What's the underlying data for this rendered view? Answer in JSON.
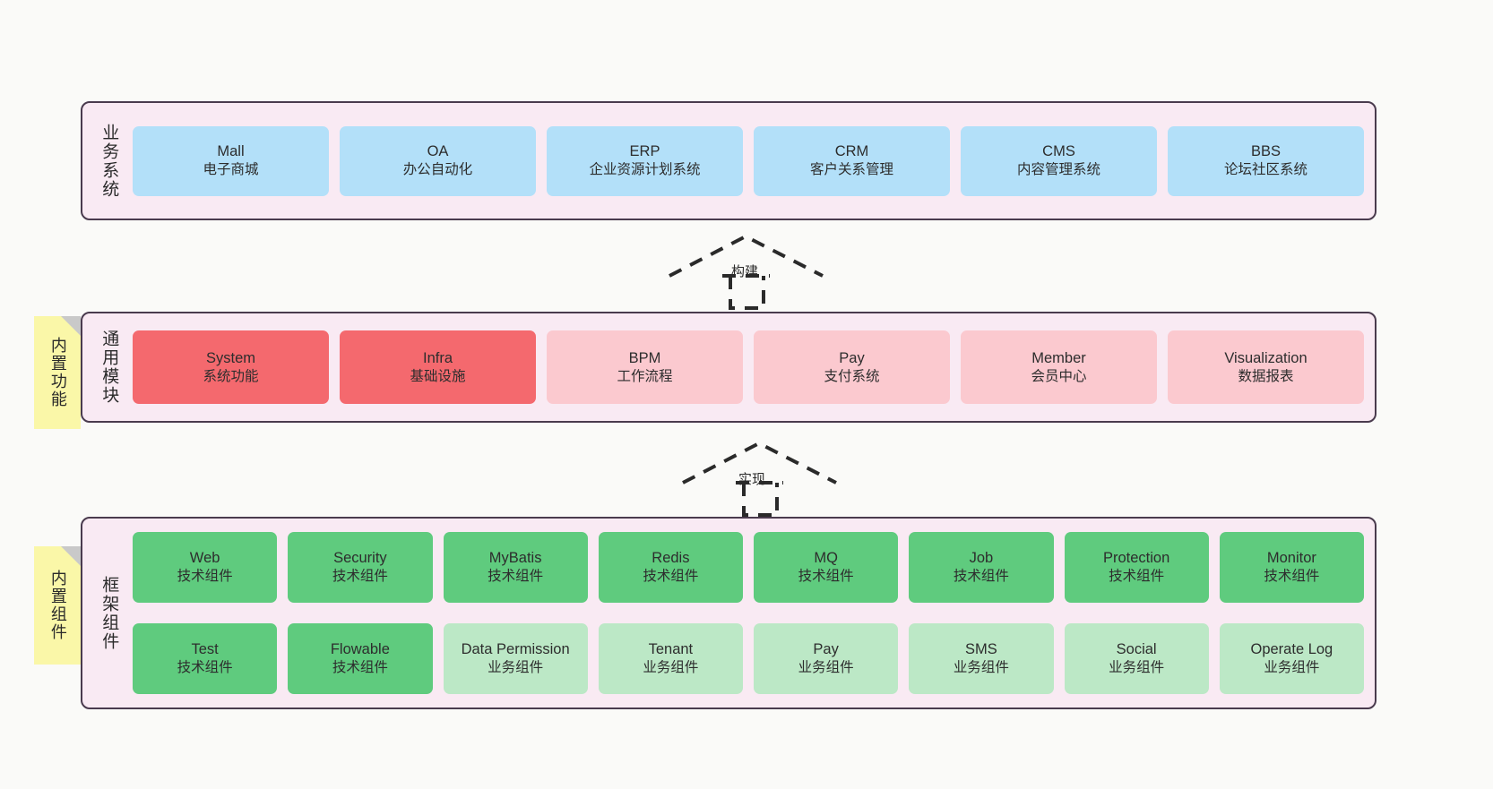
{
  "page": {
    "background": "#FAFAF8",
    "container_fill": "#F9EAF3",
    "container_border": "#4A3B4E",
    "sticky_fill": "#FAF7A8"
  },
  "layers": {
    "business": {
      "title": "业务系统",
      "color": "#B3E0F9",
      "cards": [
        {
          "en": "Mall",
          "cn": "电子商城"
        },
        {
          "en": "OA",
          "cn": "办公自动化"
        },
        {
          "en": "ERP",
          "cn": "企业资源计划系统"
        },
        {
          "en": "CRM",
          "cn": "客户关系管理"
        },
        {
          "en": "CMS",
          "cn": "内容管理系统"
        },
        {
          "en": "BBS",
          "cn": "论坛社区系统"
        }
      ]
    },
    "common": {
      "title": "通用模块",
      "sticky": "内置功能",
      "color_primary": "#F4696E",
      "color_secondary": "#FBC9CF",
      "cards": [
        {
          "en": "System",
          "cn": "系统功能",
          "variant": "c-red"
        },
        {
          "en": "Infra",
          "cn": "基础设施",
          "variant": "c-red"
        },
        {
          "en": "BPM",
          "cn": "工作流程",
          "variant": "c-pink"
        },
        {
          "en": "Pay",
          "cn": "支付系统",
          "variant": "c-pink"
        },
        {
          "en": "Member",
          "cn": "会员中心",
          "variant": "c-pink"
        },
        {
          "en": "Visualization",
          "cn": "数据报表",
          "variant": "c-pink"
        }
      ]
    },
    "framework": {
      "title": "框架组件",
      "sticky": "内置组件",
      "color_tech": "#5FCB7E",
      "color_business": "#BCE8C6",
      "tech_cards": [
        {
          "en": "Web",
          "cn": "技术组件",
          "variant": "c-green"
        },
        {
          "en": "Security",
          "cn": "技术组件",
          "variant": "c-green"
        },
        {
          "en": "MyBatis",
          "cn": "技术组件",
          "variant": "c-green"
        },
        {
          "en": "Redis",
          "cn": "技术组件",
          "variant": "c-green"
        },
        {
          "en": "MQ",
          "cn": "技术组件",
          "variant": "c-green"
        },
        {
          "en": "Job",
          "cn": "技术组件",
          "variant": "c-green"
        },
        {
          "en": "Protection",
          "cn": "技术组件",
          "variant": "c-green"
        },
        {
          "en": "Monitor",
          "cn": "技术组件",
          "variant": "c-green"
        }
      ],
      "business_cards": [
        {
          "en": "Test",
          "cn": "技术组件",
          "variant": "c-green"
        },
        {
          "en": "Flowable",
          "cn": "技术组件",
          "variant": "c-green"
        },
        {
          "en": "Data Permission",
          "cn": "业务组件",
          "variant": "c-greenlite"
        },
        {
          "en": "Tenant",
          "cn": "业务组件",
          "variant": "c-greenlite"
        },
        {
          "en": "Pay",
          "cn": "业务组件",
          "variant": "c-greenlite"
        },
        {
          "en": "SMS",
          "cn": "业务组件",
          "variant": "c-greenlite"
        },
        {
          "en": "Social",
          "cn": "业务组件",
          "variant": "c-greenlite"
        },
        {
          "en": "Operate Log",
          "cn": "业务组件",
          "variant": "c-greenlite"
        }
      ]
    }
  },
  "connectors": [
    {
      "name": "build",
      "label": "构建"
    },
    {
      "name": "implement",
      "label": "实现"
    }
  ]
}
